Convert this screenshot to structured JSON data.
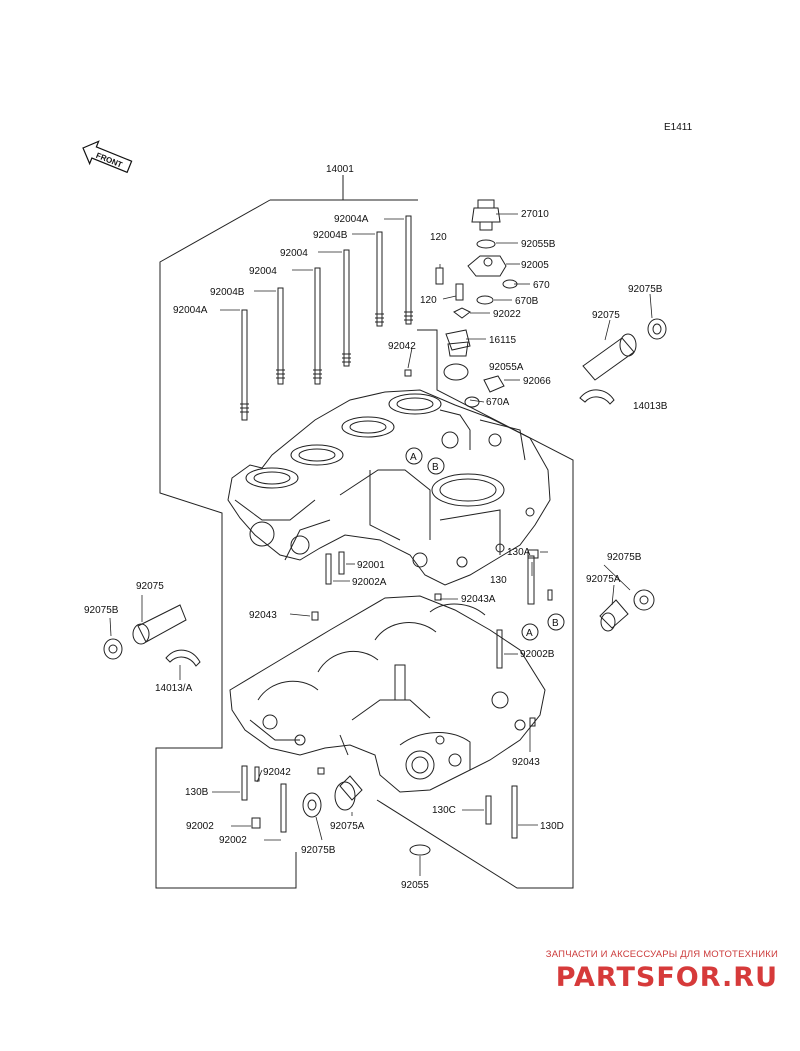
{
  "diagram_code": "E1411",
  "front_label": "FRONT",
  "labels": {
    "l14001": "14001",
    "l27010": "27010",
    "l92004A_top": "92004A",
    "l120_top": "120",
    "l92055B_top": "92055B",
    "l92004B_top": "92004B",
    "l92004": "92004",
    "l92005": "92005",
    "l92004_2": "92004",
    "l670": "670",
    "l92004B": "92004B",
    "l120": "120",
    "l670B": "670B",
    "l92075B_r": "92075B",
    "l92004A": "92004A",
    "l92022": "92022",
    "l92075_r": "92075",
    "l16115": "16115",
    "l92042_top": "92042",
    "l92055A": "92055A",
    "l92066": "92066",
    "l670A": "670A",
    "l14013B": "14013B",
    "l130A": "130A",
    "l92075B_r2": "92075B",
    "l92001": "92001",
    "l130": "130",
    "l92002A": "92002A",
    "l92075A_r": "92075A",
    "l92075_l": "92075",
    "l92043": "92043",
    "l92043A": "92043A",
    "l92075B_l": "92075B",
    "l92002B": "92002B",
    "l14013A": "14013/A",
    "l92043_b": "92043",
    "l130B": "130B",
    "l92042_b": "92042",
    "l130C": "130C",
    "l92002_1": "92002",
    "l130D": "130D",
    "l92002_2": "92002",
    "l92075A_b": "92075A",
    "l92075B_b": "92075B",
    "l92055": "92055"
  },
  "markers": {
    "a_upper": "A",
    "b_upper": "B",
    "a_lower": "A",
    "b_lower": "B"
  },
  "watermark": {
    "tagline": "ЗАПЧАСТИ И АКСЕССУАРЫ ДЛЯ МОТОТЕХНИКИ",
    "logo": "PARTSFOR.RU"
  }
}
